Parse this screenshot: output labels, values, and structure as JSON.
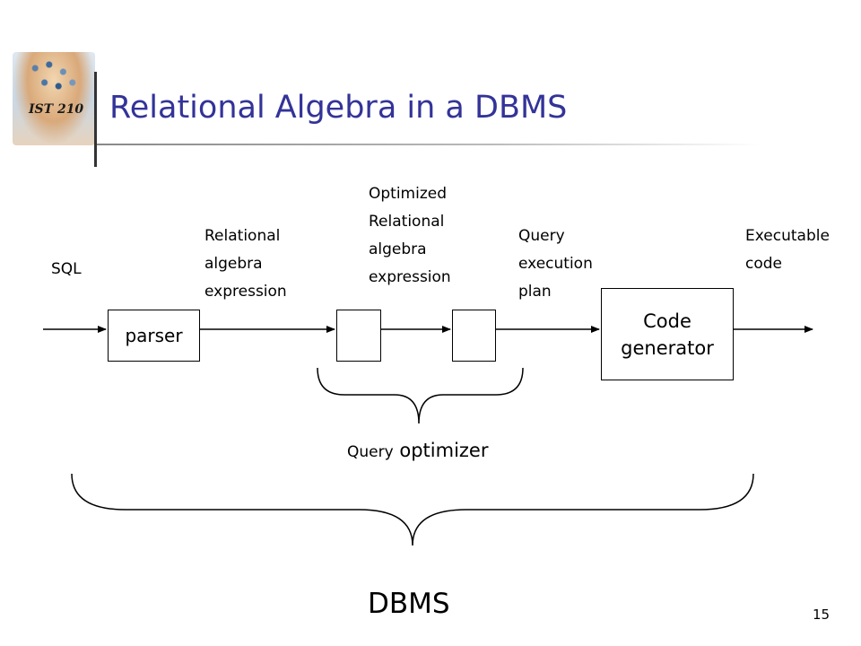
{
  "slide": {
    "title": "Relational Algebra in a DBMS",
    "logo_text": "IST 210",
    "page_number": "15"
  },
  "labels": {
    "sql": "SQL",
    "relational_expr": [
      "Relational",
      "algebra",
      "expression"
    ],
    "optimized_expr": [
      "Optimized",
      "Relational",
      "algebra",
      "expression"
    ],
    "query_plan": [
      "Query",
      "execution",
      "plan"
    ],
    "executable_code": [
      "Executable",
      "code"
    ]
  },
  "boxes": {
    "parser": "parser",
    "code_generator": [
      "Code",
      "generator"
    ]
  },
  "braces": {
    "query_optimizer_small": "Query",
    "query_optimizer_large": "optimizer",
    "dbms": "DBMS"
  },
  "colors": {
    "title": "#333399"
  }
}
